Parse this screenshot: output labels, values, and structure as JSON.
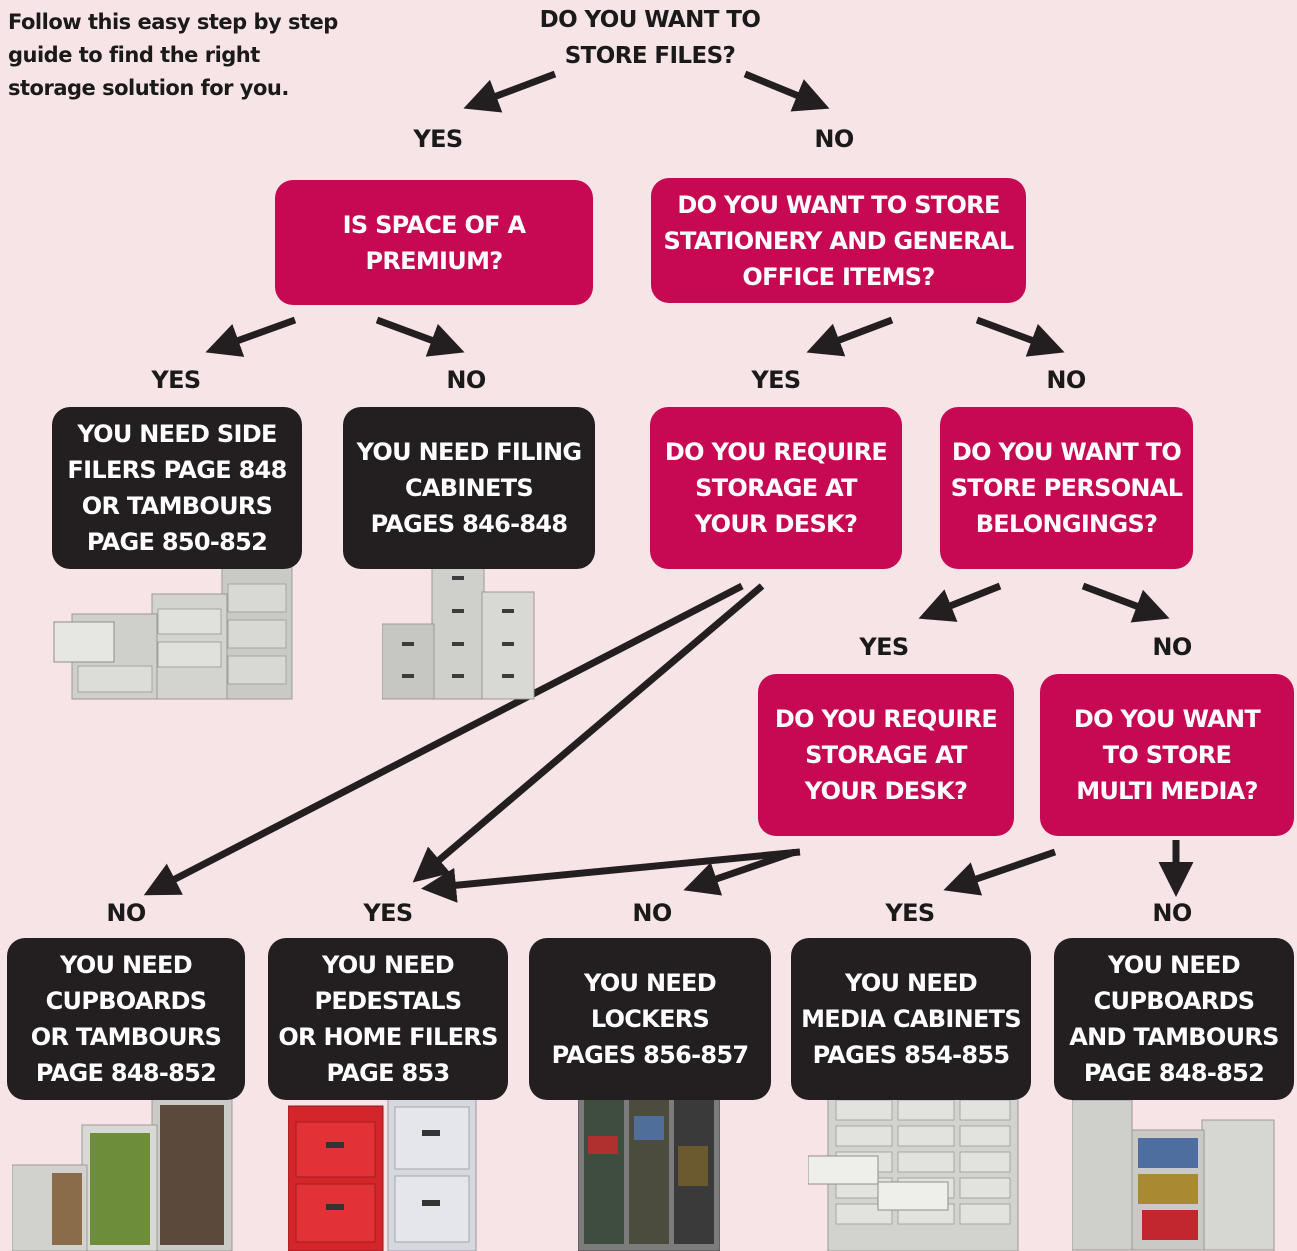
{
  "intro_text": "Follow this easy step by step guide to find the right storage solution for you.",
  "start_question": "DO YOU WANT TO\nSTORE FILES?",
  "labels": {
    "files_yes": "YES",
    "files_no": "NO",
    "space_yes": "YES",
    "space_no": "NO",
    "stationery_yes": "YES",
    "stationery_no": "NO",
    "personal_yes": "YES",
    "personal_no": "NO",
    "bottom_no1": "NO",
    "bottom_yes2": "YES",
    "bottom_no3": "NO",
    "bottom_yes4": "YES",
    "bottom_no5": "NO"
  },
  "questions": {
    "space": "IS SPACE OF A\nPREMIUM?",
    "stationery": "DO YOU WANT TO STORE\nSTATIONERY AND GENERAL\nOFFICE ITEMS?",
    "desk1": "DO YOU REQUIRE\nSTORAGE AT\nYOUR DESK?",
    "personal": "DO YOU WANT TO\nSTORE PERSONAL\nBELONGINGS?",
    "desk2": "DO YOU REQUIRE\nSTORAGE AT\nYOUR DESK?",
    "media": "DO YOU WANT\nTO STORE\nMULTI MEDIA?"
  },
  "answers": {
    "side_filers": "YOU NEED SIDE\nFILERS PAGE 848\nOR TAMBOURS\nPAGE 850-852",
    "filing_cabinets": "YOU NEED FILING\nCABINETS\nPAGES 846-848",
    "cupboards_or_tambours": "YOU NEED\nCUPBOARDS\nOR TAMBOURS\nPAGE 848-852",
    "pedestals": "YOU NEED\nPEDESTALS\nOR HOME FILERS\nPAGE 853",
    "lockers": "YOU NEED\nLOCKERS\nPAGES 856-857",
    "media_cabinets": "YOU NEED\nMEDIA CABINETS\nPAGES 854-855",
    "cupboards_and_tambours": "YOU NEED\nCUPBOARDS\nAND TAMBOURS\nPAGE 848-852"
  },
  "colors": {
    "background": "#f7e4e6",
    "question_box": "#c70852",
    "answer_box": "#231f20",
    "arrow": "#231f20"
  }
}
